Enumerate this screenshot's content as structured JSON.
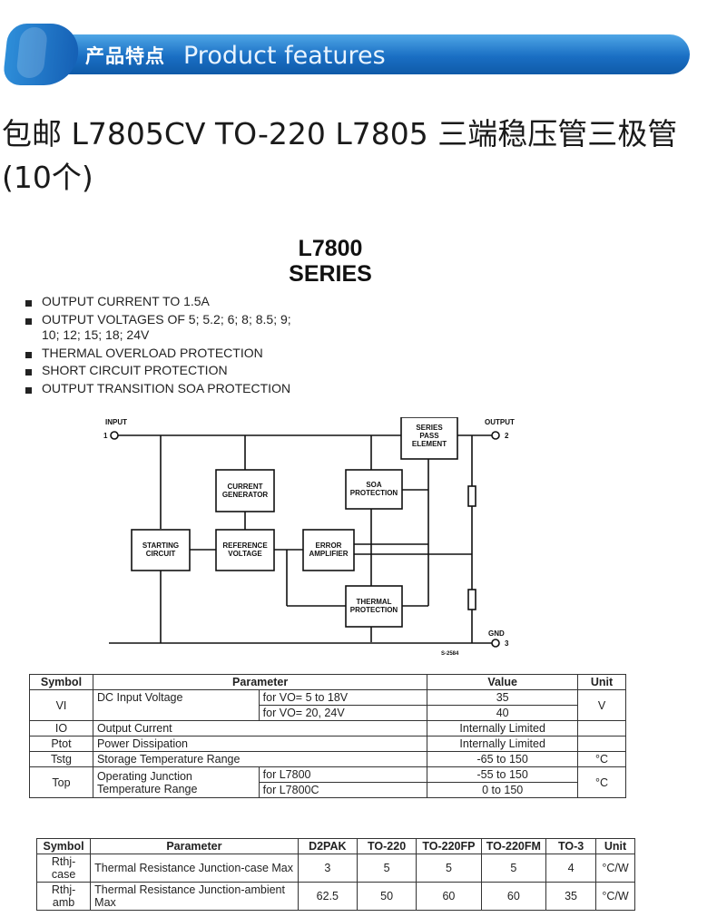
{
  "banner": {
    "title_cn": "产品特点",
    "title_en": "Product features"
  },
  "product": {
    "title": "包邮 L7805CV TO-220 L7805 三端稳压管三极管(10个)"
  },
  "datasheet": {
    "series_line1": "L7800",
    "series_line2": "SERIES",
    "features": [
      "OUTPUT CURRENT TO 1.5A",
      "OUTPUT VOLTAGES OF 5; 5.2; 6; 8; 8.5; 9; 10; 12; 15; 18; 24V",
      "THERMAL OVERLOAD PROTECTION",
      "SHORT CIRCUIT PROTECTION",
      "OUTPUT TRANSITION SOA PROTECTION"
    ],
    "diagram": {
      "input": "INPUT",
      "input_pin": "1",
      "output": "OUTPUT",
      "output_pin": "2",
      "gnd": "GND",
      "gnd_pin": "3",
      "series_pass_1": "SERIES",
      "series_pass_2": "PASS",
      "series_pass_3": "ELEMENT",
      "current_gen_1": "CURRENT",
      "current_gen_2": "GENERATOR",
      "soa_1": "SOA",
      "soa_2": "PROTECTION",
      "starting_1": "STARTING",
      "starting_2": "CIRCUIT",
      "reference_1": "REFERENCE",
      "reference_2": "VOLTAGE",
      "error_1": "ERROR",
      "error_2": "AMPLIFIER",
      "thermal_1": "THERMAL",
      "thermal_2": "PROTECTION",
      "code": "S-2584"
    },
    "table1": {
      "headers": {
        "symbol": "Symbol",
        "parameter": "Parameter",
        "value": "Value",
        "unit": "Unit"
      },
      "vi": {
        "symbol": "VI",
        "param": "DC Input Voltage",
        "cond1": "for VO= 5 to 18V",
        "val1": "35",
        "cond2": "for VO= 20, 24V",
        "val2": "40",
        "unit": "V"
      },
      "io": {
        "symbol": "IO",
        "param": "Output Current",
        "val": "Internally Limited",
        "unit": ""
      },
      "ptot": {
        "symbol": "Ptot",
        "param": "Power Dissipation",
        "val": "Internally Limited",
        "unit": ""
      },
      "tstg": {
        "symbol": "Tstg",
        "param": "Storage Temperature Range",
        "val": "-65 to 150",
        "unit": "°C"
      },
      "top": {
        "symbol": "Top",
        "param": "Operating Junction Temperature Range",
        "cond1": "for L7800",
        "val1": "-55 to 150",
        "cond2": "for L7800C",
        "val2": "0 to 150",
        "unit": "°C"
      }
    },
    "table2": {
      "headers": {
        "symbol": "Symbol",
        "parameter": "Parameter",
        "d2pak": "D2PAK",
        "to220": "TO-220",
        "to220fp": "TO-220FP",
        "to220fm": "TO-220FM",
        "to3": "TO-3",
        "unit": "Unit"
      },
      "rows": [
        {
          "symbol": "Rthj-case",
          "param": "Thermal Resistance Junction-case Max",
          "d2pak": "3",
          "to220": "5",
          "to220fp": "5",
          "to220fm": "5",
          "to3": "4",
          "unit": "°C/W"
        },
        {
          "symbol": "Rthj-amb",
          "param": "Thermal Resistance Junction-ambient Max",
          "d2pak": "62.5",
          "to220": "50",
          "to220fp": "60",
          "to220fm": "60",
          "to3": "35",
          "unit": "°C/W"
        }
      ]
    }
  }
}
